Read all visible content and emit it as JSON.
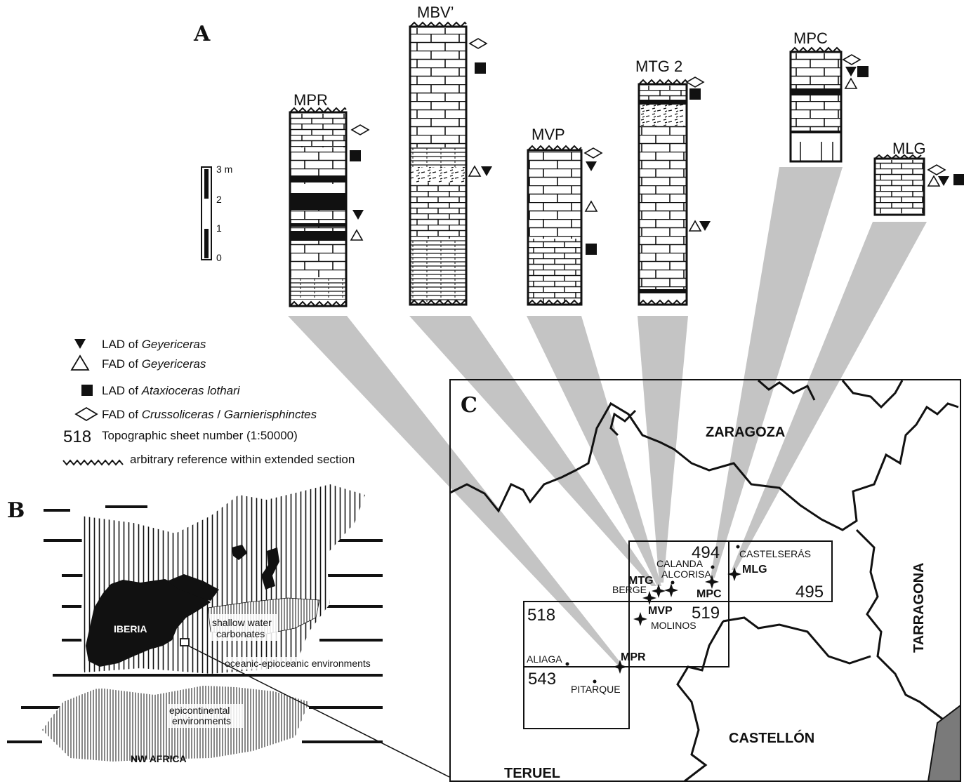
{
  "panels": {
    "a": "A",
    "b": "B",
    "c": "C"
  },
  "scale": {
    "top": "3 m",
    "t2": "2",
    "t1": "1",
    "t0": "0"
  },
  "columns": [
    {
      "id": "mpr",
      "label": "MPR"
    },
    {
      "id": "mbv",
      "label": "MBV’"
    },
    {
      "id": "mvp",
      "label": "MVP"
    },
    {
      "id": "mtg",
      "label": "MTG 2"
    },
    {
      "id": "mpc",
      "label": "MPC"
    },
    {
      "id": "mlg",
      "label": "MLG"
    }
  ],
  "legend": {
    "lad_geyericeras": {
      "prefix": "LAD of ",
      "taxon": "Geyericeras"
    },
    "fad_geyericeras": {
      "prefix": "FAD of ",
      "taxon": "Geyericeras"
    },
    "lad_ataxioceras": {
      "prefix": "LAD of ",
      "taxon": "Ataxioceras lothari"
    },
    "fad_crussoliceras": {
      "prefix": "FAD of ",
      "taxon": "Crussoliceras",
      "sep": " / ",
      "taxon2": "Garnierisphinctes"
    },
    "sheet_example": "518",
    "sheet_text": "Topographic sheet number (1:50000)",
    "arbitrary_text": "arbitrary reference within extended section"
  },
  "map_b": {
    "iberia": "IBERIA",
    "shallow1": "shallow water",
    "shallow2": "carbonates",
    "oceanic": "oceanic-epioceanic environments",
    "epicont1": "epicontinental",
    "epicont2": "environments",
    "nw_africa": "NW AFRICA"
  },
  "map_c": {
    "provinces": {
      "zaragoza": "ZARAGOZA",
      "tarragona": "TARRAGONA",
      "castellon": "CASTELLÓN",
      "teruel": "TERUEL"
    },
    "sheets": {
      "s494": "494",
      "s495": "495",
      "s518": "518",
      "s519": "519",
      "s543": "543"
    },
    "towns": {
      "calanda": "CALANDA",
      "alcorisa": "ALCORISA",
      "castelseras": "CASTELSERÁS",
      "berge": "BERGE",
      "molinos": "MOLINOS",
      "aliaga": "ALIAGA",
      "pitarque": "PITARQUE"
    },
    "sites": {
      "mtg": "MTG",
      "mlg": "MLG",
      "mpc": "MPC",
      "mvp": "MVP",
      "mpr": "MPR"
    }
  }
}
